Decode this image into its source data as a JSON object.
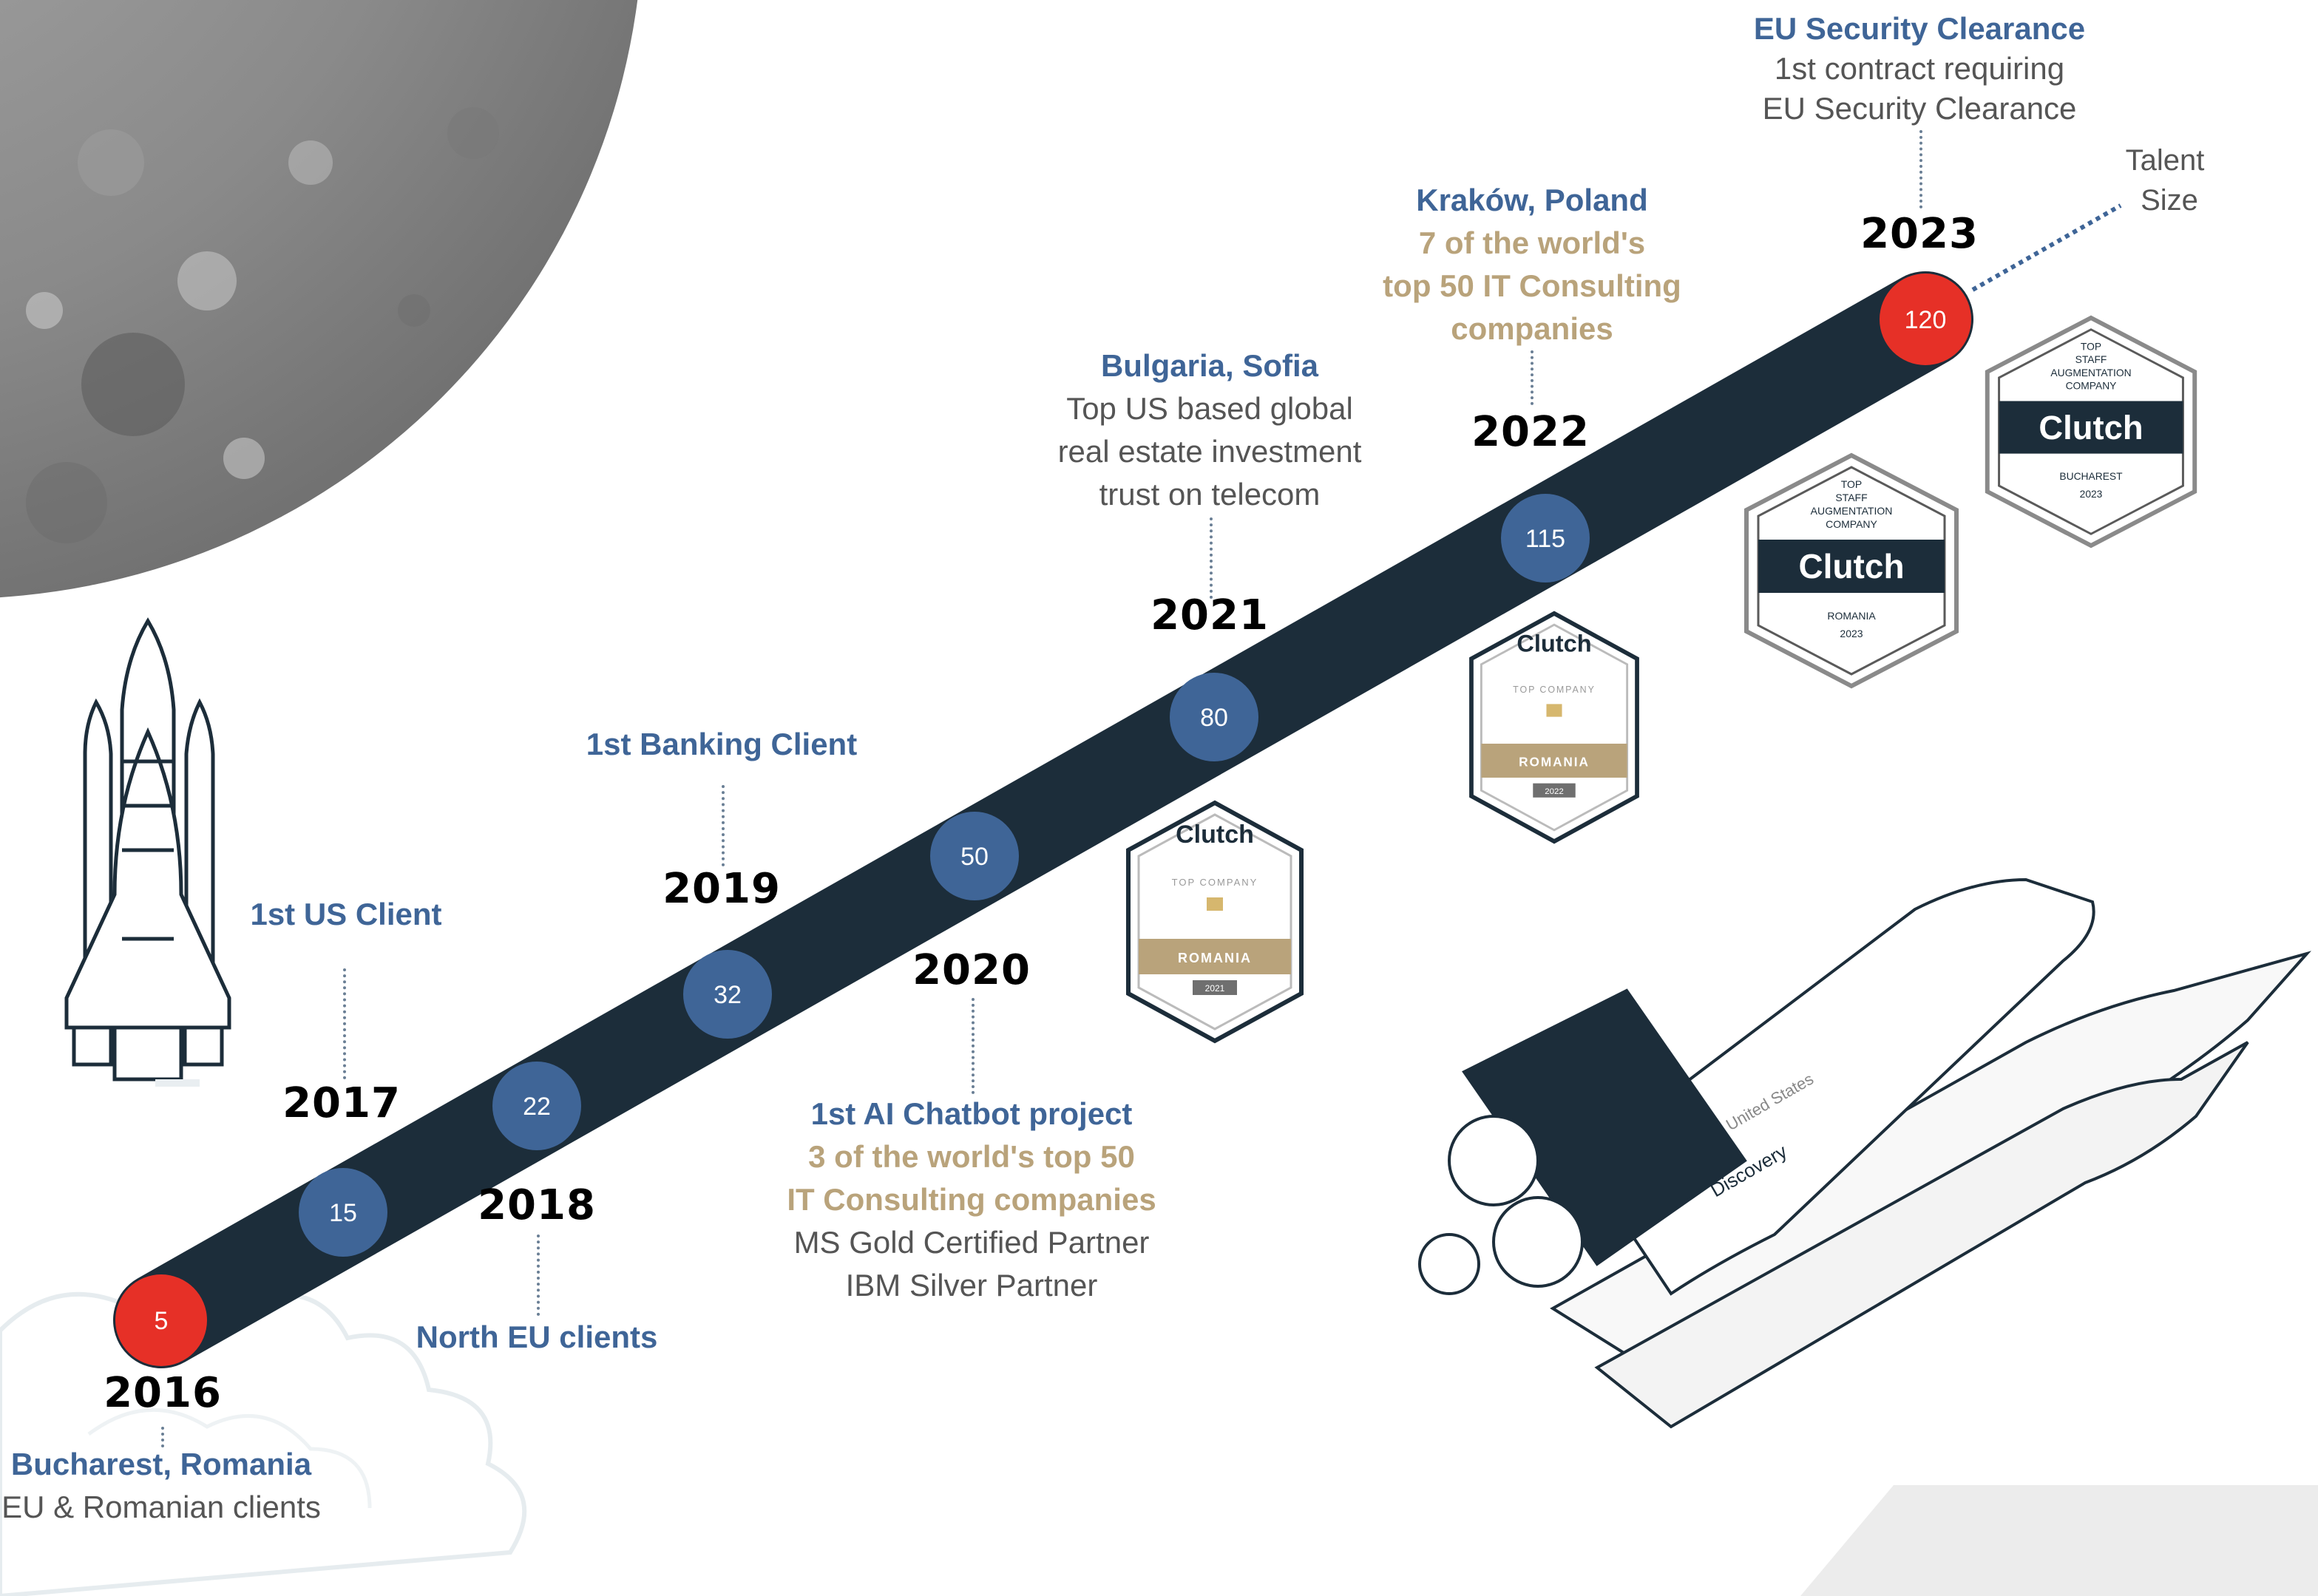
{
  "colors": {
    "band": "#1c2d3a",
    "blue_node": "#3f6597",
    "red_node": "#e63027",
    "label_blue": "#3f6597",
    "label_gold": "#b9a37b",
    "moon": "#8c8c8c"
  },
  "legend": {
    "line1": "Talent",
    "line2": "Size"
  },
  "chart_data": {
    "type": "line",
    "x": [
      "2016",
      "2017",
      "2018",
      "2019",
      "2020",
      "2021",
      "2022",
      "2023"
    ],
    "series": [
      {
        "values": [
          5,
          15,
          22,
          32,
          50,
          80,
          115,
          120
        ]
      }
    ]
  },
  "nodes": [
    {
      "value": "5",
      "color": "red"
    },
    {
      "value": "15",
      "color": "blue"
    },
    {
      "value": "22",
      "color": "blue"
    },
    {
      "value": "32",
      "color": "blue"
    },
    {
      "value": "50",
      "color": "blue"
    },
    {
      "value": "80",
      "color": "blue"
    },
    {
      "value": "115",
      "color": "blue"
    },
    {
      "value": "120",
      "color": "red"
    }
  ],
  "years": {
    "y2016": "2016",
    "y2017": "2017",
    "y2018": "2018",
    "y2019": "2019",
    "y2020": "2020",
    "y2021": "2021",
    "y2022": "2022",
    "y2023": "2023"
  },
  "milestones": {
    "m2016": {
      "title": "Bucharest, Romania",
      "line1": "EU & Romanian clients"
    },
    "m2017": {
      "title": "1st US Client"
    },
    "m2018": {
      "title": "North EU clients"
    },
    "m2019": {
      "title": "1st Banking Client"
    },
    "m2020": {
      "title": "1st AI Chatbot project",
      "gold1": "3 of the world's top 50",
      "gold2": "IT Consulting companies",
      "line1": "MS Gold Certified Partner",
      "line2": "IBM Silver Partner"
    },
    "m2021": {
      "title": "Bulgaria, Sofia",
      "line1": "Top US based global",
      "line2": "real estate investment",
      "line3": "trust on telecom"
    },
    "m2022": {
      "title": "Kraków, Poland",
      "gold1": "7 of the world's",
      "gold2": "top 50 IT Consulting",
      "gold3": "companies"
    },
    "m2023": {
      "title": "EU Security Clearance",
      "line1": "1st contract requiring",
      "line2": "EU Security Clearance"
    }
  },
  "badges": {
    "b2021": {
      "brand": "Clutch",
      "label": "TOP COMPANY",
      "region": "ROMANIA",
      "year": "2021"
    },
    "b2022": {
      "brand": "Clutch",
      "label": "TOP COMPANY",
      "region": "ROMANIA",
      "year": "2022"
    },
    "b2023ro": {
      "brand": "Clutch",
      "l1": "TOP",
      "l2": "STAFF",
      "l3": "AUGMENTATION",
      "l4": "COMPANY",
      "region": "ROMANIA",
      "year": "2023"
    },
    "b2023bu": {
      "brand": "Clutch",
      "l1": "TOP",
      "l2": "STAFF",
      "l3": "AUGMENTATION",
      "l4": "COMPANY",
      "region": "BUCHAREST",
      "year": "2023"
    }
  },
  "shuttle_text": {
    "name": "Discovery",
    "country": "United States"
  }
}
